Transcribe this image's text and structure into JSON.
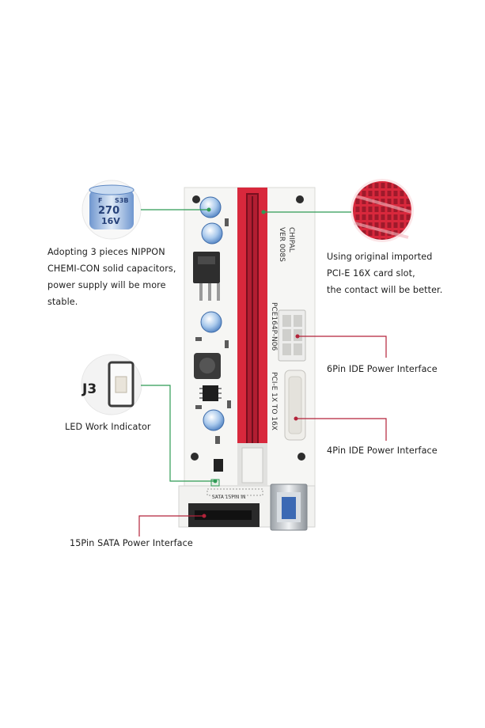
{
  "annotations": {
    "capacitors": [
      "Adopting 3 pieces NIPPON",
      "CHEMI-CON solid capacitors,",
      "power supply will be more",
      "stable."
    ],
    "pcie_slot": [
      "Using original imported",
      "PCI-E 16X card slot,",
      "the contact will be better."
    ],
    "six_pin": "6Pin IDE Power Interface",
    "led": "LED Work Indicator",
    "four_pin": "4Pin IDE Power Interface",
    "sata": "15Pin SATA Power Interface"
  },
  "board": {
    "chipal": "CHIPAL",
    "version": "VER 008S",
    "model": "PCE164P-N06",
    "pcie": "PCI-E 1X TO 16X",
    "sata_port": "SATA 15PIN IN",
    "j3": "J3",
    "cap_top": "F",
    "cap_code": "S3B",
    "cap_value": "270",
    "cap_volt": "16V"
  },
  "colors": {
    "slot_red": "#d8283c",
    "leader_green": "#2f9b55",
    "leader_red": "#b3233a",
    "board_white": "#f6f6f4"
  }
}
